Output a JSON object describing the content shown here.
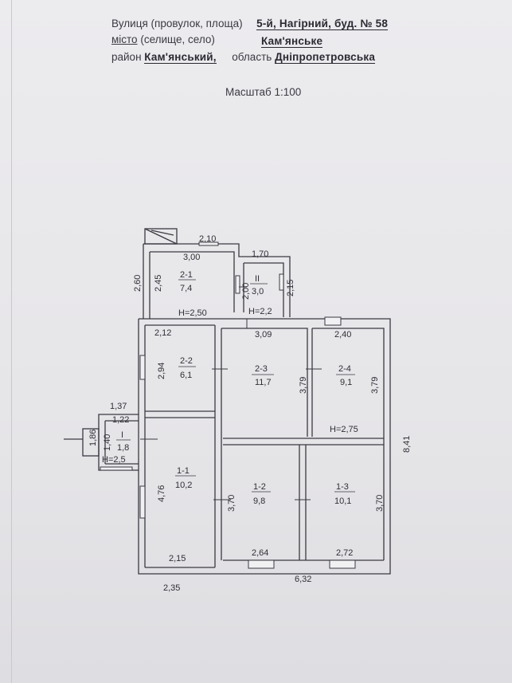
{
  "header": {
    "street_label": "Вулиця (провулок, площа)",
    "street_value": "5-й, Нагірний, буд. № 58",
    "city_label_main": "місто",
    "city_label_rest": " (селище, село)",
    "city_value": "Кам'янське",
    "district_label": "район",
    "district_value": "Кам'янський,",
    "region_label": "область",
    "region_value": "Дніпропетровська"
  },
  "scale": "Масштаб 1:100",
  "rooms": {
    "r2_1": {
      "num": "2-1",
      "area": "7,4"
    },
    "rII": {
      "num": "II",
      "area": "3,0"
    },
    "r2_2": {
      "num": "2-2",
      "area": "6,1"
    },
    "r2_3": {
      "num": "2-3",
      "area": "11,7"
    },
    "r2_4": {
      "num": "2-4",
      "area": "9,1"
    },
    "rI": {
      "num": "I",
      "area": "1,8"
    },
    "r1_1": {
      "num": "1-1",
      "area": "10,2"
    },
    "r1_2": {
      "num": "1-2",
      "area": "9,8"
    },
    "r1_3": {
      "num": "1-3",
      "area": "10,1"
    }
  },
  "heights": {
    "h2_1": "H=2,50",
    "hII": "H=2,2",
    "h2_4": "H=2,75",
    "hI": "H=2,5"
  },
  "dims": {
    "d2_10": "2,10",
    "d3_00": "3,00",
    "d1_70": "1,70",
    "d2_60": "2,60",
    "d2_45": "2,45",
    "d2_00": "2,00",
    "d2_15v": "2,15",
    "d2_12": "2,12",
    "d3_09": "3,09",
    "d2_40": "2,40",
    "d2_94": "2,94",
    "d3_79a": "3,79",
    "d3_79b": "3,79",
    "d1_37": "1,37",
    "d1_22": "1,22",
    "d1_86": "1,86",
    "d1_40": "1,40",
    "d8_41": "8,41",
    "d4_76": "4,76",
    "d3_70a": "3,70",
    "d3_70b": "3,70",
    "d2_15h": "2,15",
    "d2_64": "2,64",
    "d2_72": "2,72",
    "d2_35": "2,35",
    "d6_32": "6,32"
  }
}
